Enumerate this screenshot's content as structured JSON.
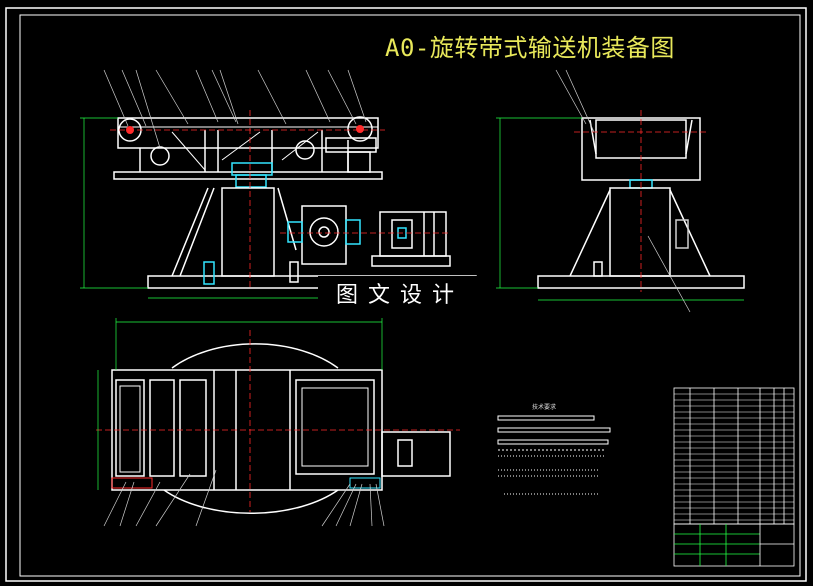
{
  "drawing": {
    "title": "A0-旋转带式输送机装备图",
    "watermark": "图文设计",
    "notes_title": "技术要求"
  },
  "colors": {
    "background": "#000000",
    "outline": "#ffffff",
    "centerline": "#ff2a2a",
    "dimension": "#22ff44",
    "highlight": "#33e6ff",
    "title": "#e8e85a",
    "leader": "#cfcfcf"
  }
}
